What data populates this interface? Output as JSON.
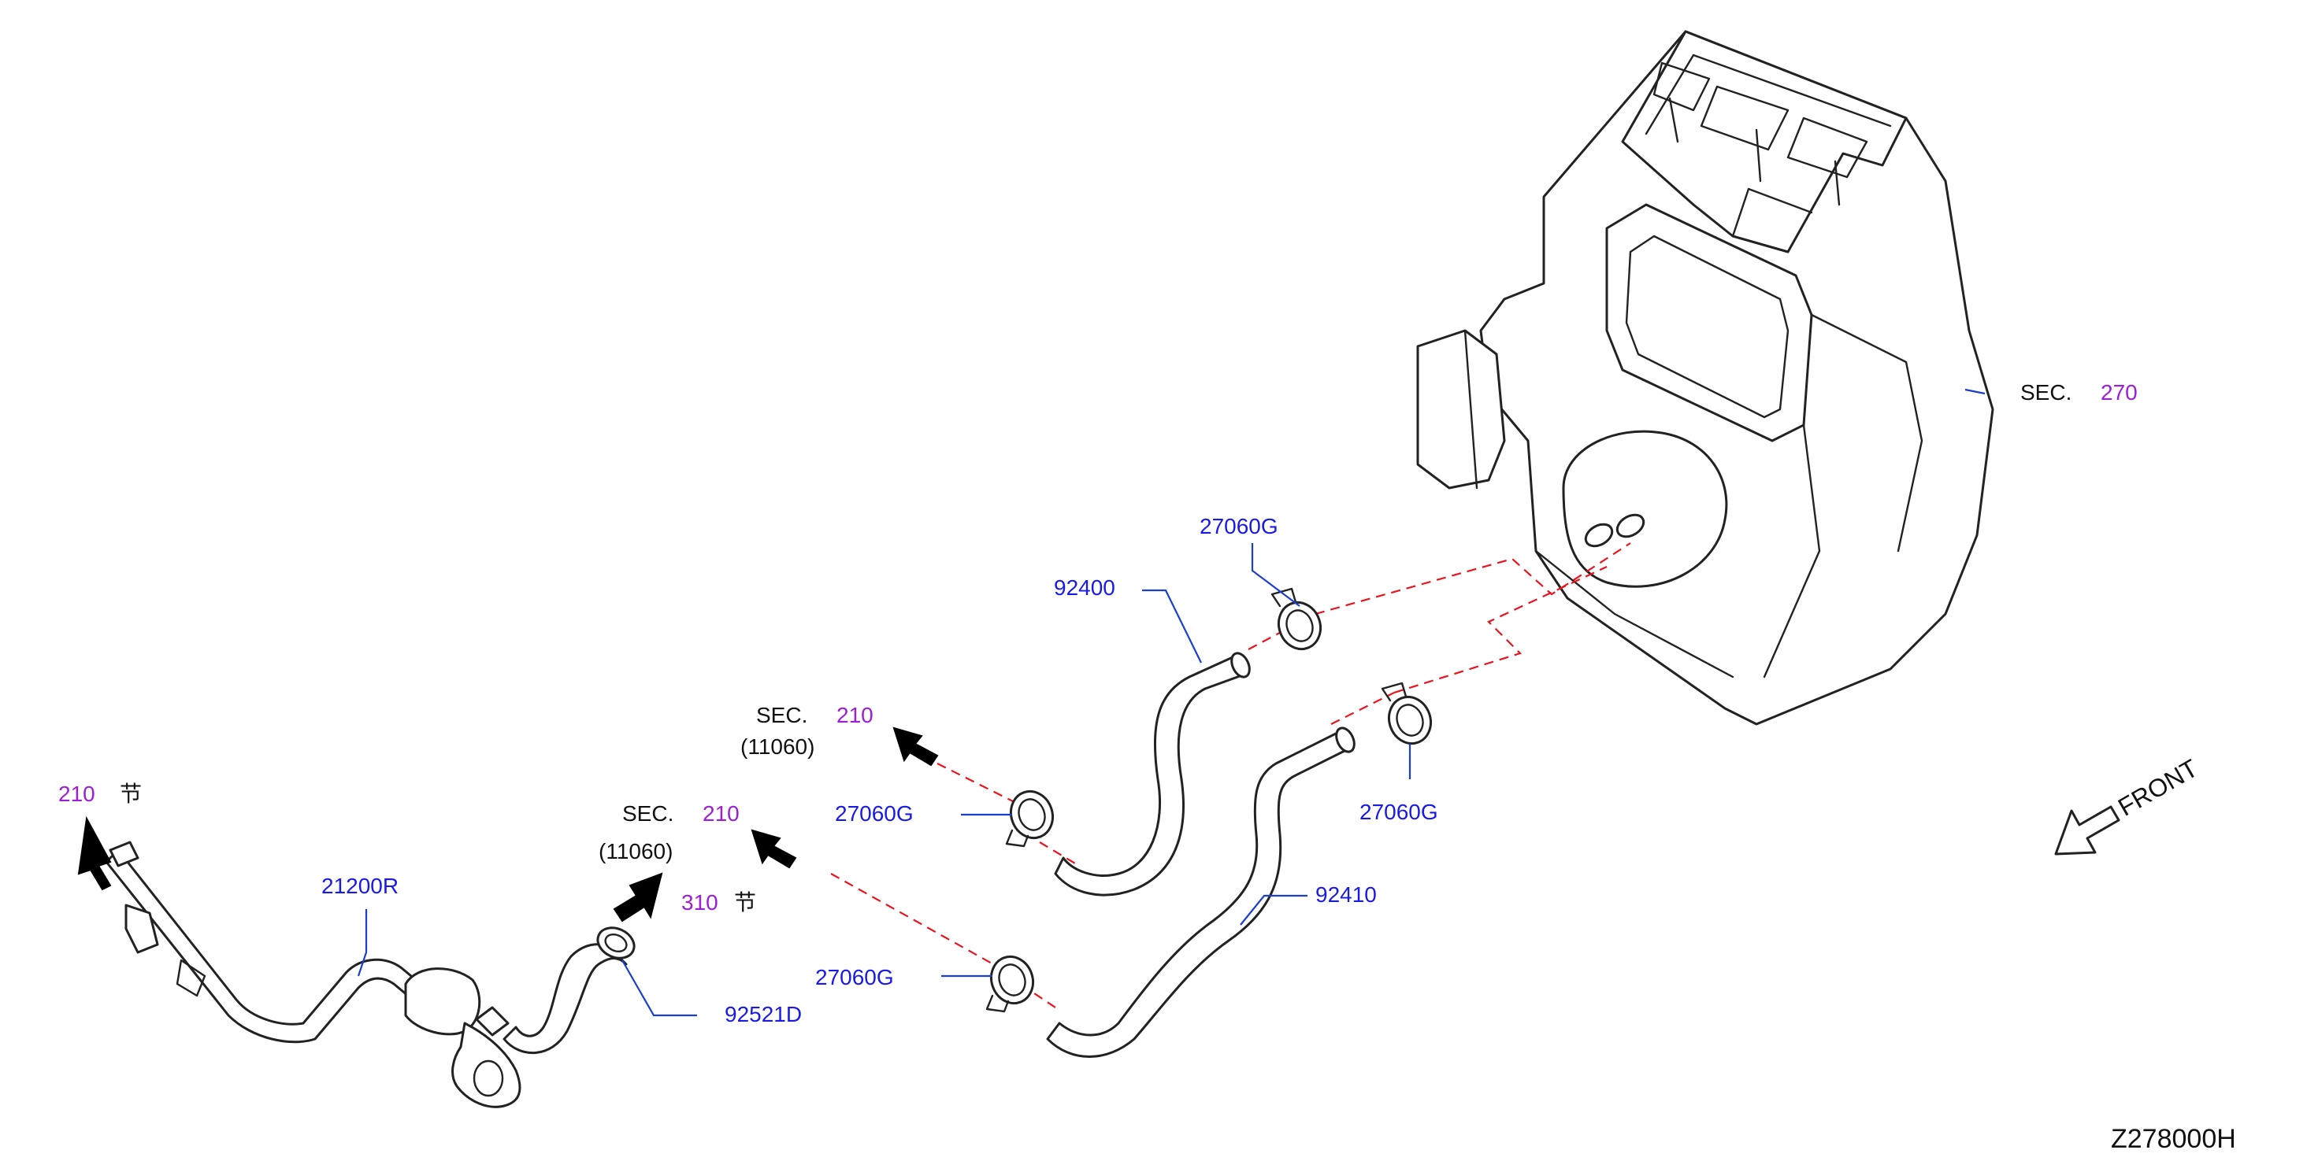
{
  "labels": {
    "sec270": {
      "prefix": "SEC.",
      "num": "270"
    },
    "sec210_upper": {
      "prefix": "SEC.",
      "num": "210",
      "sub": "(11060)"
    },
    "sec210_lower": {
      "prefix": "SEC.",
      "num": "210",
      "sub": "(11060)"
    },
    "ref210_left": {
      "num": "210",
      "glyph": "节"
    },
    "ref310": {
      "num": "310",
      "glyph": "节"
    },
    "part_27060G_top": "27060G",
    "part_92400": "92400",
    "part_27060G_right": "27060G",
    "part_27060G_mid": "27060G",
    "part_27060G_low": "27060G",
    "part_92410": "92410",
    "part_21200R": "21200R",
    "part_92521D": "92521D",
    "front": "FRONT",
    "diagram_id": "Z278000H"
  },
  "colors": {
    "part_number": "#1a1ae6",
    "section_number": "#9b1ed8",
    "leader_line": "#1a3fd0",
    "connection_dash": "#e8141e"
  }
}
